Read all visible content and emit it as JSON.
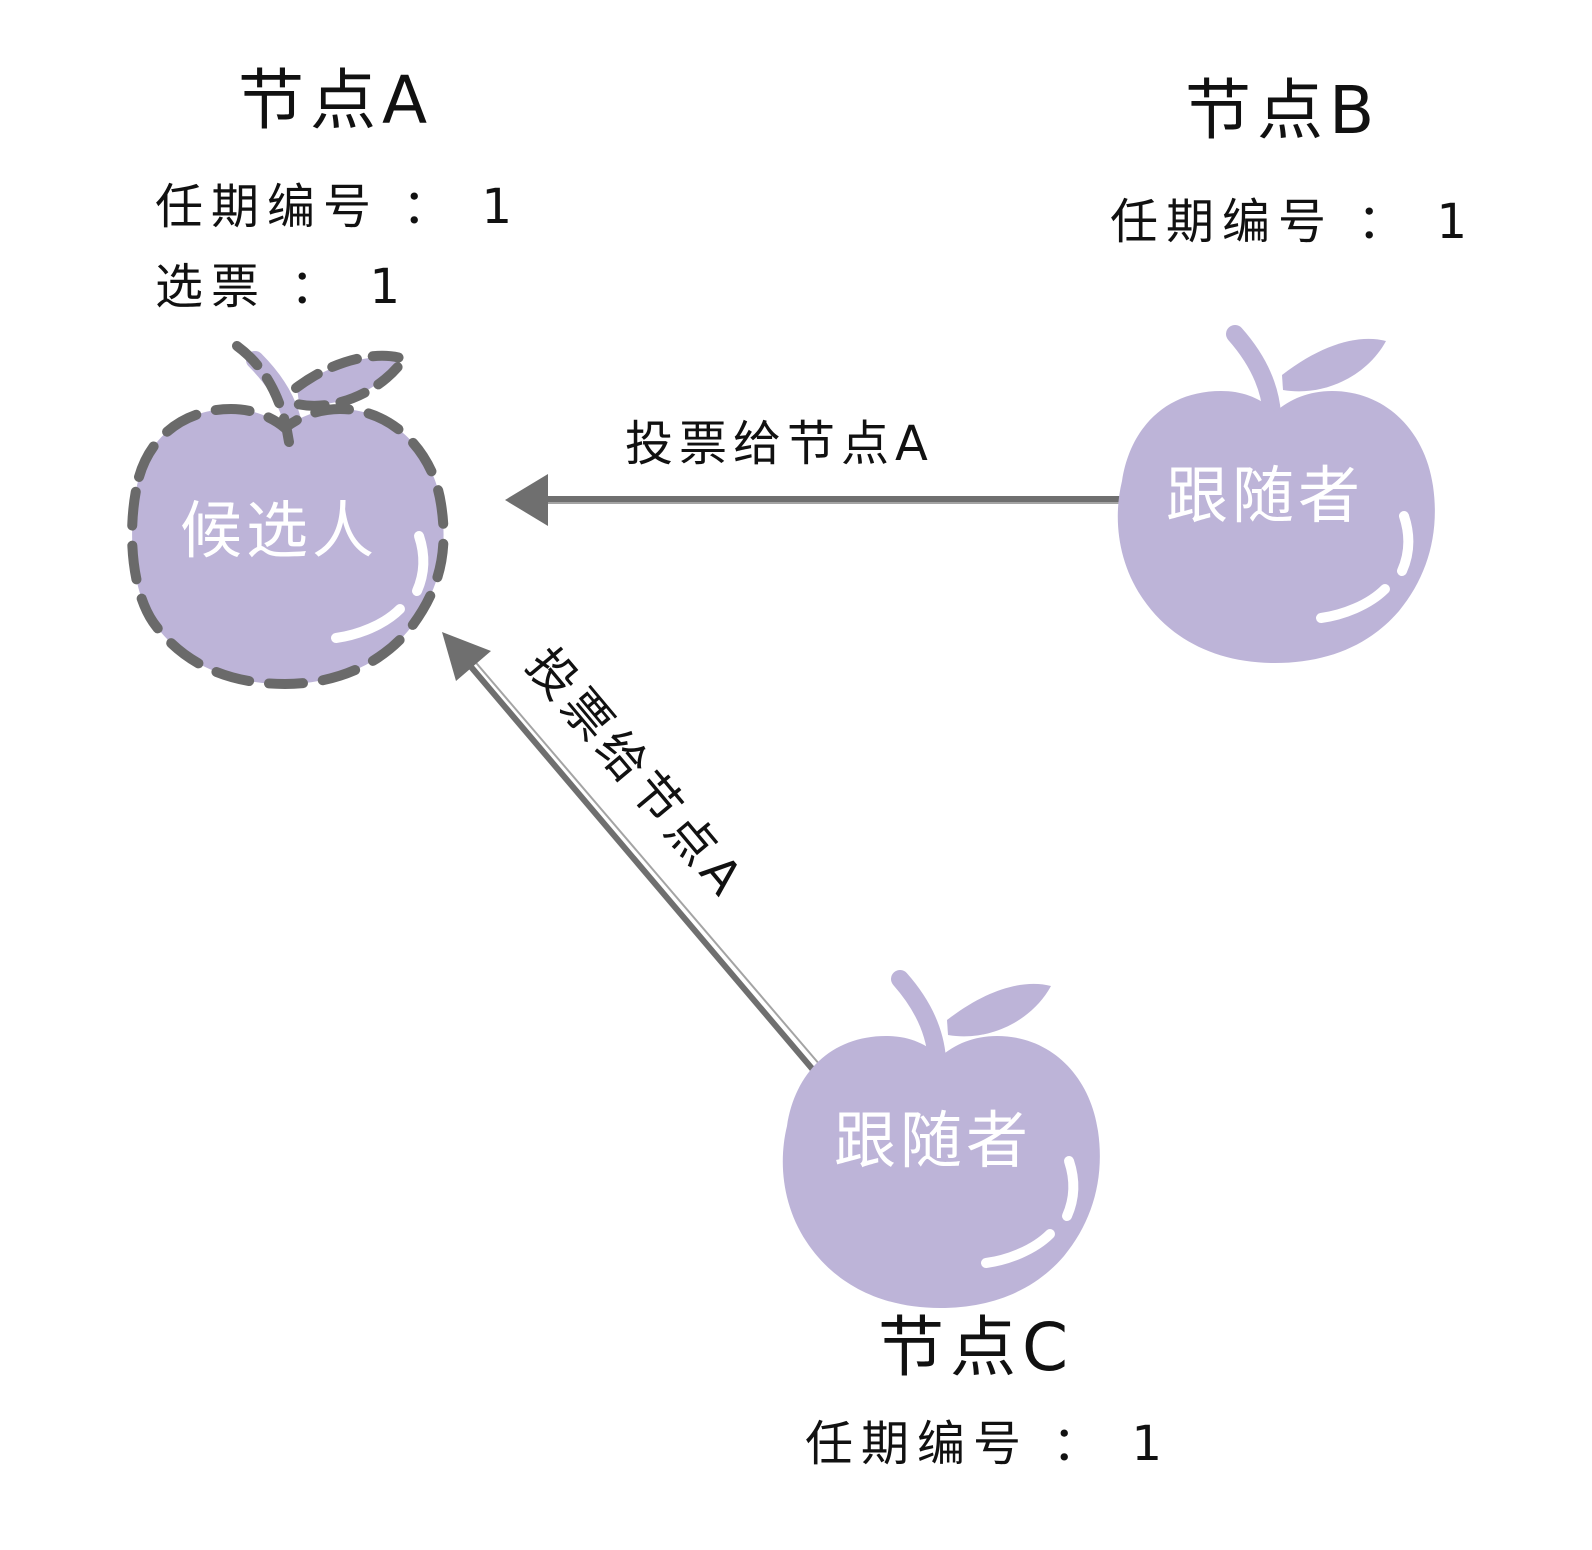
{
  "nodes": {
    "a": {
      "title": "节点A",
      "term": "任期编号 ： 1",
      "votes": "选票 ： 1",
      "role": "候选人"
    },
    "b": {
      "title": "节点B",
      "term": "任期编号 ： 1",
      "role": "跟随者"
    },
    "c": {
      "title": "节点C",
      "term": "任期编号 ： 1",
      "role": "跟随者"
    }
  },
  "edges": {
    "b_to_a": {
      "label": "投票给节点A"
    },
    "c_to_a": {
      "label": "投票给节点A"
    }
  },
  "colors": {
    "apple": "#bdb4d8",
    "edge": "#6f6f6f",
    "dashed": "#6a6a6a",
    "text": "#111111",
    "role_text": "#ffffff"
  },
  "icons": {
    "candidate": "apple-icon",
    "follower": "apple-icon",
    "arrow": "arrowhead-icon"
  }
}
